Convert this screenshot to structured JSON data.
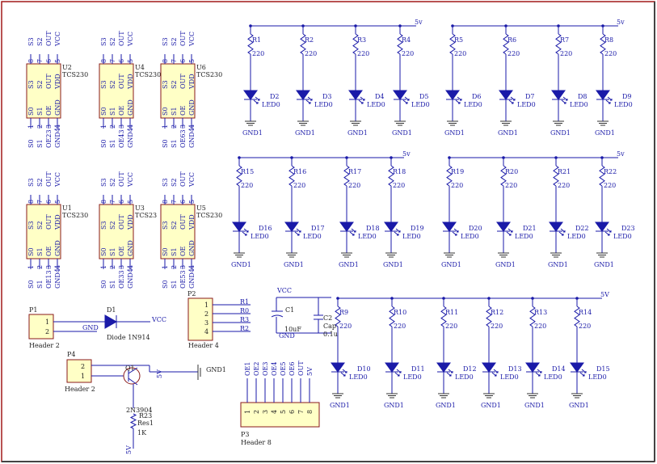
{
  "supply_labels": [
    "5v",
    "5v",
    "5v",
    "5v",
    "5V",
    "VCC",
    "VCC"
  ],
  "chips": [
    {
      "ref": "U2",
      "part": "TCS230",
      "top_pins": [
        "S3",
        "S2",
        "OUT",
        "VCC"
      ],
      "bottom_pins": [
        "S0",
        "S1",
        "OE23",
        "GND4"
      ]
    },
    {
      "ref": "U4",
      "part": "TCS230",
      "top_pins": [
        "S3",
        "S2",
        "OUT",
        "VCC"
      ],
      "bottom_pins": [
        "S0",
        "S1",
        "OE43",
        "GND4"
      ]
    },
    {
      "ref": "U6",
      "part": "TCS230",
      "top_pins": [
        "S3",
        "S2",
        "OUT",
        "VCC"
      ],
      "bottom_pins": [
        "S0",
        "S1",
        "OE63",
        "GND4"
      ]
    },
    {
      "ref": "U1",
      "part": "TCS230",
      "top_pins": [
        "S3",
        "S2",
        "OUT",
        "VCC"
      ],
      "bottom_pins": [
        "S0",
        "S1",
        "OE13",
        "GND4"
      ]
    },
    {
      "ref": "U3",
      "part": "TCS23",
      "top_pins": [
        "S3",
        "S2",
        "OUT",
        "VCC"
      ],
      "bottom_pins": [
        "S0",
        "S1",
        "OE33",
        "GND4"
      ]
    },
    {
      "ref": "U5",
      "part": "TCS230",
      "top_pins": [
        "S3",
        "S2",
        "OUT",
        "VCC"
      ],
      "bottom_pins": [
        "S0",
        "S1",
        "OE53",
        "GND4"
      ]
    }
  ],
  "chip_body": [
    "S3",
    "S2",
    "OUT",
    "VDD",
    "S0",
    "S1",
    "OE",
    "GND"
  ],
  "chip_pin_numbers": [
    "8",
    "7",
    "6",
    "5",
    "1",
    "2",
    "3",
    "4"
  ],
  "led_groups": [
    {
      "resistors": [
        "R1",
        "R2",
        "R3",
        "R4"
      ],
      "diodes": [
        "D2",
        "D3",
        "D4",
        "D5"
      ]
    },
    {
      "resistors": [
        "R5",
        "R6",
        "R7",
        "R8"
      ],
      "diodes": [
        "D6",
        "D7",
        "D8",
        "D9"
      ]
    },
    {
      "resistors": [
        "R15",
        "R16",
        "R17",
        "R18"
      ],
      "diodes": [
        "D16",
        "D17",
        "D18",
        "D19"
      ]
    },
    {
      "resistors": [
        "R19",
        "R20",
        "R21",
        "R22"
      ],
      "diodes": [
        "D20",
        "D21",
        "D22",
        "D23"
      ]
    },
    {
      "resistors": [
        "R9",
        "R10",
        "R11",
        "R12",
        "R13",
        "R14"
      ],
      "diodes": [
        "D10",
        "D11",
        "D12",
        "D13",
        "D14",
        "D15"
      ]
    }
  ],
  "resistor_value": "220",
  "led_value": "LED0",
  "gnd_label": "GND1",
  "p1": {
    "ref": "P1",
    "name": "Header 2",
    "pins": [
      "1",
      "2"
    ],
    "net": "GND"
  },
  "d1": {
    "ref": "D1",
    "name": "Diode 1N914",
    "net": "VCC"
  },
  "p4": {
    "ref": "P4",
    "name": "Header 2",
    "pins": [
      "2",
      "1"
    ]
  },
  "q1": {
    "ref": "Q1",
    "part": "2N3904",
    "net_out": "5V",
    "gnd": "GND1"
  },
  "r23": {
    "ref": "R23",
    "name": "Res1",
    "value": "1K",
    "net": "5V"
  },
  "p2": {
    "ref": "P2",
    "name": "Header 4",
    "pins": [
      "1",
      "2",
      "3",
      "4"
    ],
    "nets": [
      "R1",
      "R0",
      "R3",
      "R2"
    ]
  },
  "c1": {
    "ref": "C1",
    "value": "10uF",
    "gnd": "GND",
    "vcc": "VCC"
  },
  "c2": {
    "ref": "C2",
    "name": "Cap",
    "value": "0.1u"
  },
  "p3": {
    "ref": "P3",
    "name": "Header 8",
    "pins": [
      "1",
      "2",
      "3",
      "4",
      "5",
      "6",
      "7",
      "8"
    ],
    "nets": [
      "OE1",
      "OE2",
      "OE3",
      "OE4",
      "OE5",
      "OE6",
      "OUT",
      "5V"
    ]
  }
}
